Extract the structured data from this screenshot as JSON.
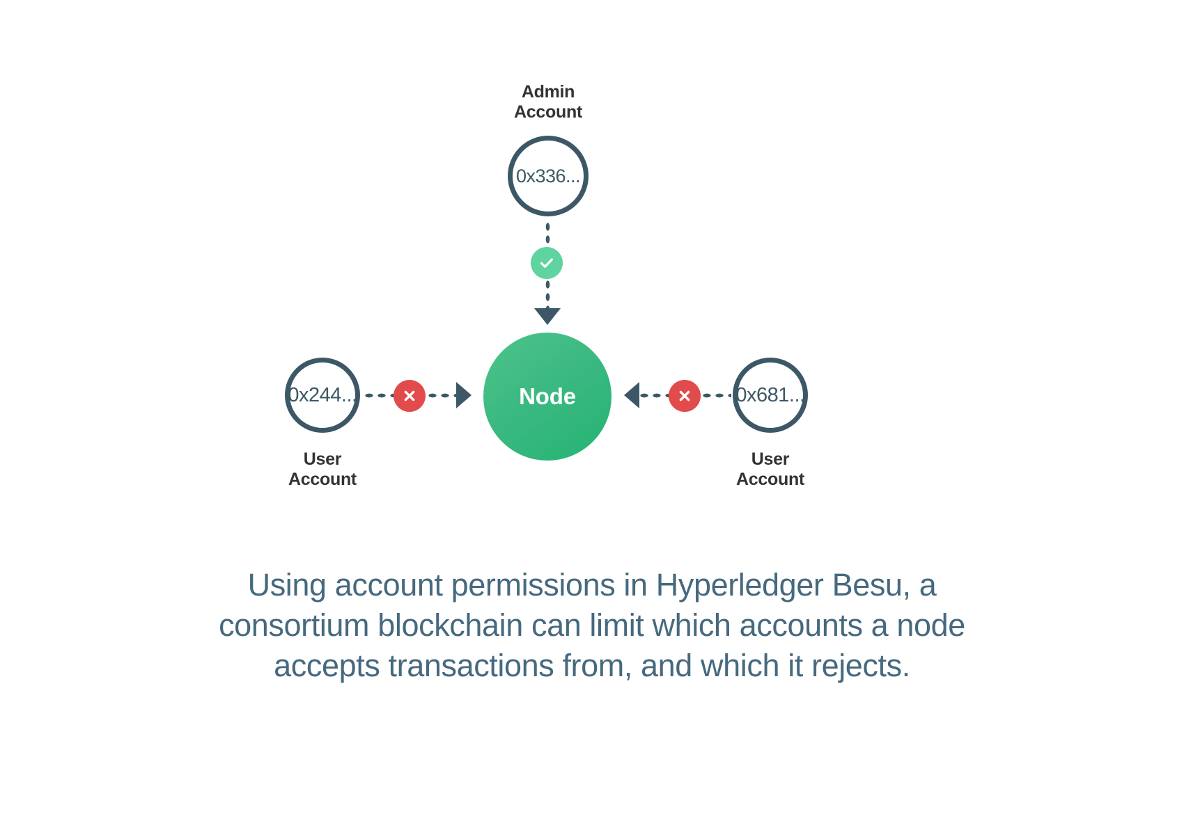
{
  "diagram": {
    "title": "Account permissions in Hyperledger Besu",
    "colors": {
      "account_outline": "#3c5866",
      "node_green": "#3bb982",
      "allow_green": "#5fd3a0",
      "deny_red": "#e14b4b",
      "caption_text": "#46697e",
      "label_text": "#333333",
      "background": "#ffffff"
    },
    "nodes": {
      "admin": {
        "label_line1": "Admin",
        "label_line2": "Account",
        "address": "0x336..."
      },
      "center": {
        "label": "Node"
      },
      "user_left": {
        "label_line1": "User",
        "label_line2": "Account",
        "address": "0x244..."
      },
      "user_right": {
        "label_line1": "User",
        "label_line2": "Account",
        "address": "0x681..."
      }
    },
    "connections": [
      {
        "from": "admin",
        "to": "center",
        "direction": "down",
        "status": "allowed",
        "badge": "check-icon"
      },
      {
        "from": "user_left",
        "to": "center",
        "direction": "right",
        "status": "rejected",
        "badge": "x-icon"
      },
      {
        "from": "user_right",
        "to": "center",
        "direction": "left",
        "status": "rejected",
        "badge": "x-icon"
      }
    ]
  },
  "caption": {
    "line1": "Using account permissions in Hyperledger Besu, a",
    "line2": "consortium blockchain can limit which accounts a node",
    "line3": "accepts transactions from, and which it rejects."
  }
}
